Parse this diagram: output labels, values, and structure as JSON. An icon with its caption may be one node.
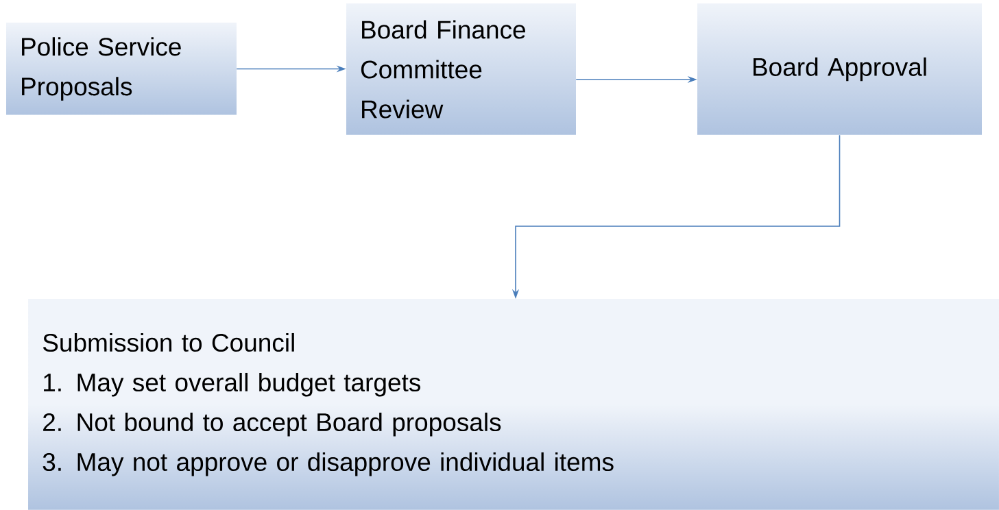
{
  "diagram": {
    "nodes": [
      {
        "text": [
          "Police Service Proposals"
        ]
      },
      {
        "text": [
          "Board Finance Committee Review"
        ]
      },
      {
        "text": [
          "Board Approval"
        ]
      },
      {
        "text": [
          "Submission to Council",
          "1. May set overall budget targets",
          "2. Not bound to accept Board proposals",
          "3. May not approve or disapprove individual items"
        ]
      }
    ],
    "edges": [
      {
        "from": 0,
        "to": 1,
        "arrow": "to"
      },
      {
        "from": 1,
        "to": 2,
        "arrow": "to"
      },
      {
        "from": 2,
        "to": 3,
        "arrow": "to"
      }
    ]
  }
}
